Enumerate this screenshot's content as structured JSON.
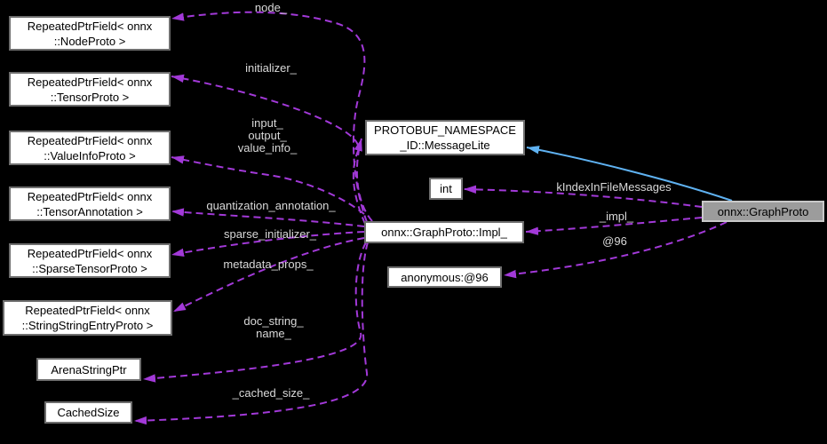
{
  "diagram": {
    "kind": "doxygen-collaboration-graph",
    "colors": {
      "background": "#000000",
      "usage_edge": "#a239d8",
      "inheritance_edge": "#5fb2f2",
      "edge_label_text": "#d9d9d9",
      "node_fill": "#ffffff",
      "node_border": "#6e6e6e",
      "node_text": "#000000",
      "main_node_fill": "#9c9c9c",
      "main_node_border": "#c8c8c8"
    },
    "nodes": {
      "nodeproto": {
        "lines": [
          "RepeatedPtrField< onnx",
          "::NodeProto >"
        ]
      },
      "tensorproto": {
        "lines": [
          "RepeatedPtrField< onnx",
          "::TensorProto >"
        ]
      },
      "valueinfoproto": {
        "lines": [
          "RepeatedPtrField< onnx",
          "::ValueInfoProto >"
        ]
      },
      "tensorannotation": {
        "lines": [
          "RepeatedPtrField< onnx",
          "::TensorAnnotation >"
        ]
      },
      "sparsetensorproto": {
        "lines": [
          "RepeatedPtrField< onnx",
          "::SparseTensorProto >"
        ]
      },
      "stringstringentryproto": {
        "lines": [
          "RepeatedPtrField< onnx",
          "::StringStringEntryProto >"
        ]
      },
      "arenastringptr": {
        "lines": [
          "ArenaStringPtr"
        ]
      },
      "cachedsize": {
        "lines": [
          "CachedSize"
        ]
      },
      "messagelite": {
        "lines": [
          "PROTOBUF_NAMESPACE",
          "_ID::MessageLite"
        ]
      },
      "int": {
        "lines": [
          "int"
        ]
      },
      "impl": {
        "lines": [
          "onnx::GraphProto::Impl_"
        ]
      },
      "anonymous": {
        "lines": [
          "anonymous:@96"
        ]
      },
      "graphproto": {
        "lines": [
          "onnx::GraphProto"
        ]
      }
    },
    "edge_labels": {
      "node": "node_",
      "initializer": "initializer_",
      "input": "input_",
      "output": "output_",
      "value_info": "value_info_",
      "quantization_annotation": "quantization_annotation_",
      "sparse_initializer": "sparse_initializer_",
      "metadata_props": "metadata_props_",
      "doc_string": "doc_string_",
      "name": "name_",
      "cached_size": "_cached_size_",
      "k_index_in_file_messages": "kIndexInFileMessages",
      "impl": "_impl_",
      "at96": "@96"
    }
  }
}
